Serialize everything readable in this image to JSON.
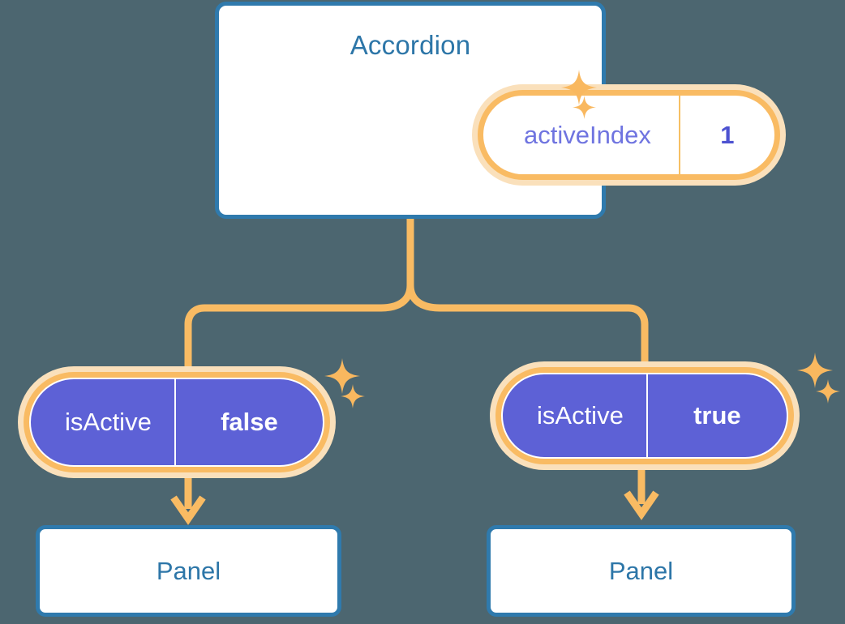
{
  "theme": {
    "background": "#4c6670",
    "card_border": "#2f7aad",
    "card_fill": "#ffffff",
    "title_text": "#2d76a8",
    "ring_solid": "#f9bb63",
    "ring_glow": "#fae0bb",
    "connector": "#f9bb63",
    "pill_purple": "#5d61d6",
    "pill_key_purple_text": "#6f74e0",
    "pill_value_purple_text": "#4d52d1",
    "pill_text_on_purple": "#ffffff",
    "sparkle": "#f9b85f"
  },
  "diagram": {
    "type": "component-tree",
    "root": {
      "name": "accordion-card",
      "title": "Accordion",
      "state": {
        "key": "activeIndex",
        "value": "1",
        "style": "light"
      }
    },
    "branches": [
      {
        "name": "left-branch",
        "state": {
          "key": "isActive",
          "value": "false",
          "style": "purple"
        },
        "child": {
          "name": "panel-left",
          "title": "Panel"
        }
      },
      {
        "name": "right-branch",
        "state": {
          "key": "isActive",
          "value": "true",
          "style": "purple"
        },
        "child": {
          "name": "panel-right",
          "title": "Panel"
        }
      }
    ],
    "sparkles": [
      {
        "name": "sparkle-card-a",
        "glyph": "four-point-star"
      },
      {
        "name": "sparkle-card-b",
        "glyph": "four-point-star"
      },
      {
        "name": "sparkle-left-a",
        "glyph": "four-point-star"
      },
      {
        "name": "sparkle-left-b",
        "glyph": "four-point-star"
      },
      {
        "name": "sparkle-right-a",
        "glyph": "four-point-star"
      },
      {
        "name": "sparkle-right-b",
        "glyph": "four-point-star"
      }
    ]
  }
}
